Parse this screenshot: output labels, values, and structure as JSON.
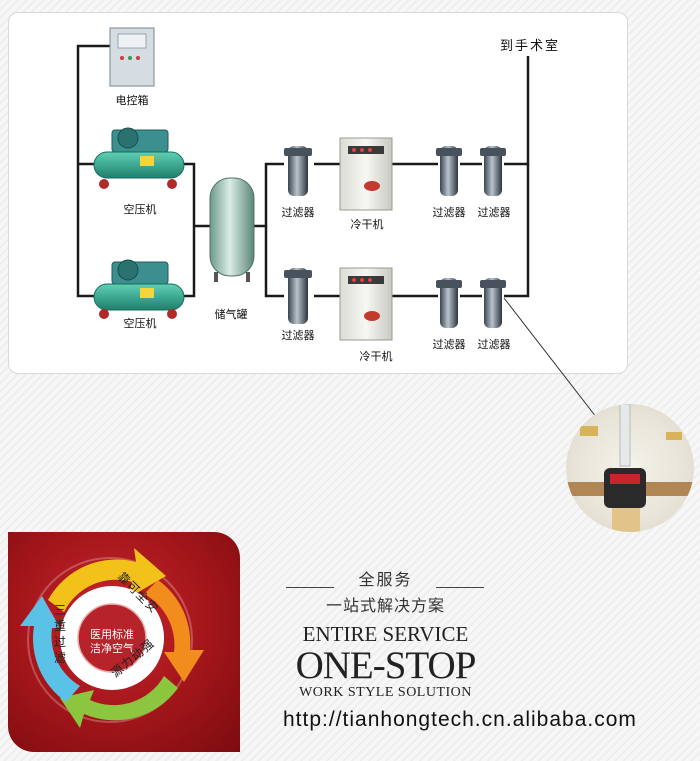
{
  "diagram": {
    "destination": "到手术室",
    "control_box": "电控箱",
    "compressor_1": "空压机",
    "compressor_2": "空压机",
    "receiver_tank": "储气罐",
    "filter_a": "过滤器",
    "filter_b": "过滤器",
    "filter_c": "过滤器",
    "filter_d": "过滤器",
    "filter_e": "过滤器",
    "filter_f": "过滤器",
    "dryer_1": "冷干机",
    "dryer_2": "冷干机"
  },
  "badge": {
    "center_line1": "医用标准",
    "center_line2": "洁净空气",
    "ring_1": "三重过滤",
    "ring_2": "靠可全安",
    "ring_3": "源力动强"
  },
  "slogan": {
    "cn_line1": "全服务",
    "cn_line2": "一站式解决方案",
    "en_line1": "ENTIRE SERVICE",
    "en_line2": "ONE-STOP",
    "en_line3": "WORK STYLE SOLUTION"
  },
  "url": "http://tianhongtech.cn.alibaba.com",
  "colors": {
    "pipe": "#1a1a1a",
    "compressor": "#2fa58f",
    "badge_red": "#b01c22",
    "arrow_yellow": "#f2c21b",
    "arrow_green": "#8cc63e",
    "arrow_blue": "#5bc2e7",
    "arrow_orange": "#f28c1c"
  }
}
